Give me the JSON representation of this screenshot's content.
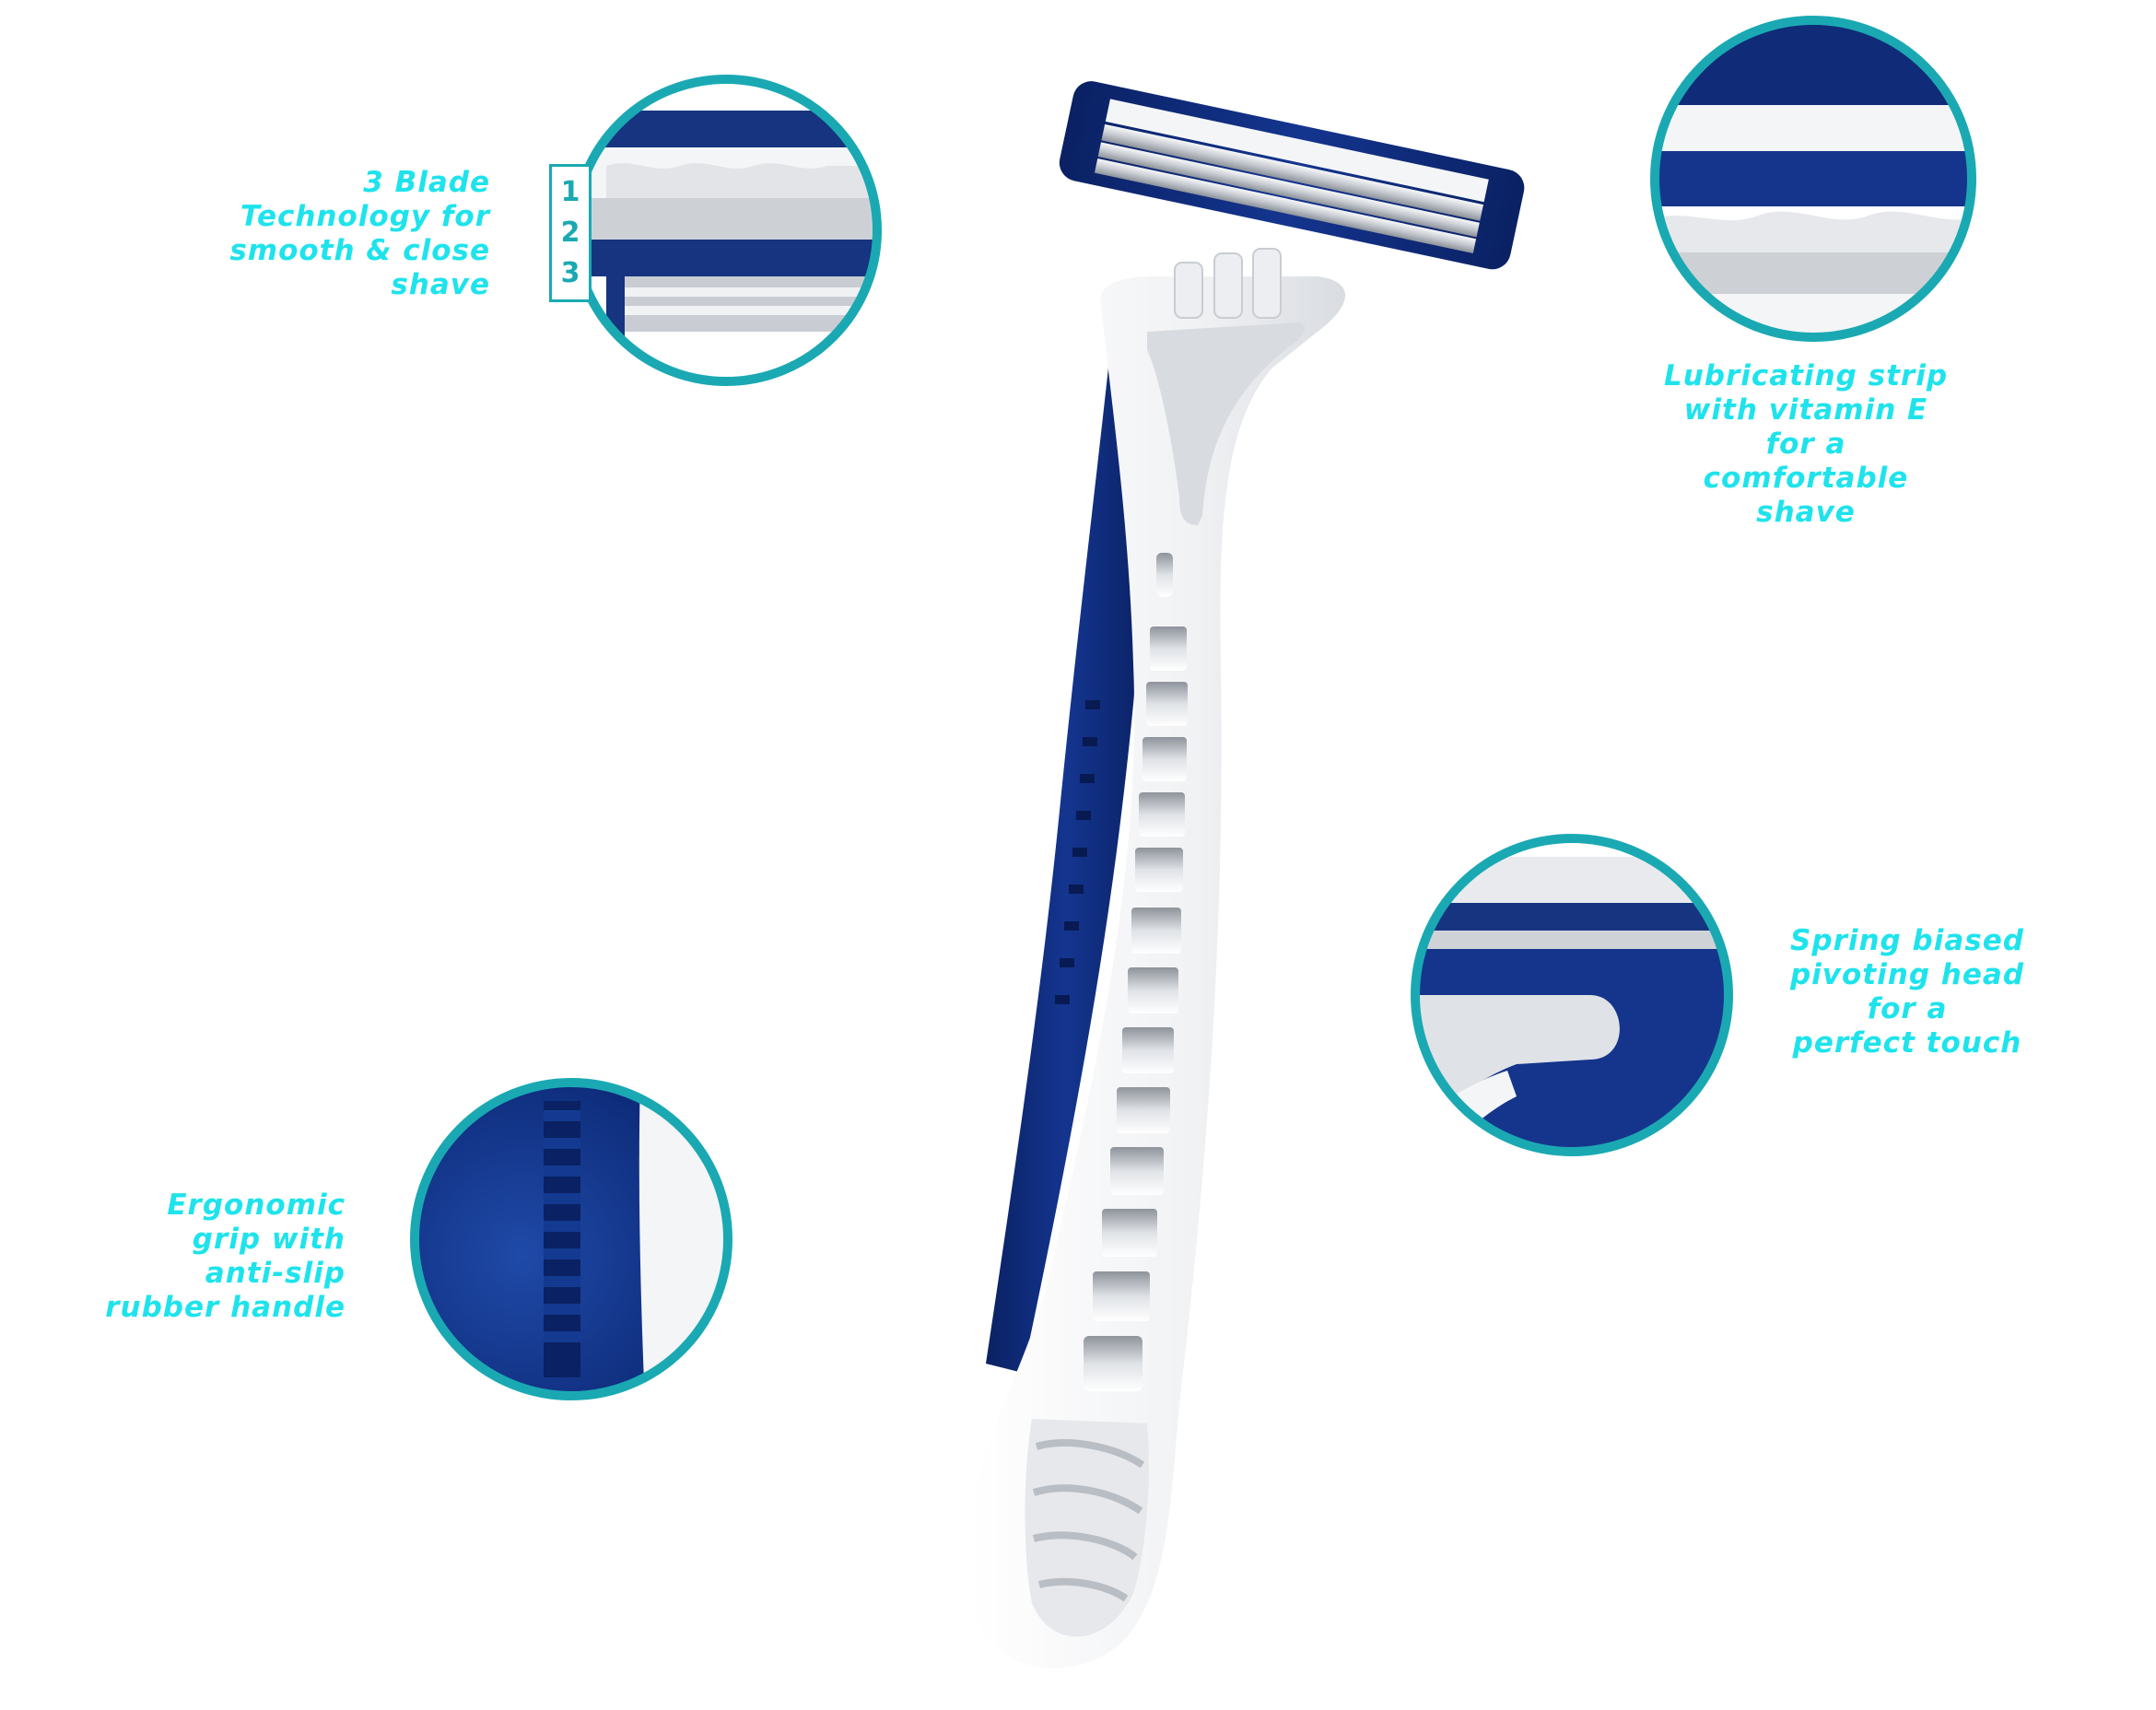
{
  "colors": {
    "accent": "#1ee3ec",
    "ring": "#1aa9b3",
    "navy": "#0c2a78",
    "handle_white": "#f4f5f7"
  },
  "callouts": {
    "blades": {
      "lines": [
        "3 Blade",
        "Technology for",
        "smooth & close",
        "shave"
      ],
      "badge_numbers": [
        "1",
        "2",
        "3"
      ]
    },
    "lubricating": {
      "lines": [
        "Lubricating strip",
        "with vitamin E",
        "for a",
        "comfortable",
        "shave"
      ]
    },
    "pivot": {
      "lines": [
        "Spring biased",
        "pivoting head",
        "for a",
        "perfect touch"
      ]
    },
    "grip": {
      "lines": [
        "Ergonomic",
        "grip with",
        "anti-slip",
        "rubber handle"
      ]
    }
  },
  "icons": {
    "blades_zoom": "blade-closeup-icon",
    "strip_zoom": "lubricating-strip-closeup-icon",
    "pivot_zoom": "pivot-head-closeup-icon",
    "grip_zoom": "grip-closeup-icon",
    "razor": "razor-icon"
  }
}
